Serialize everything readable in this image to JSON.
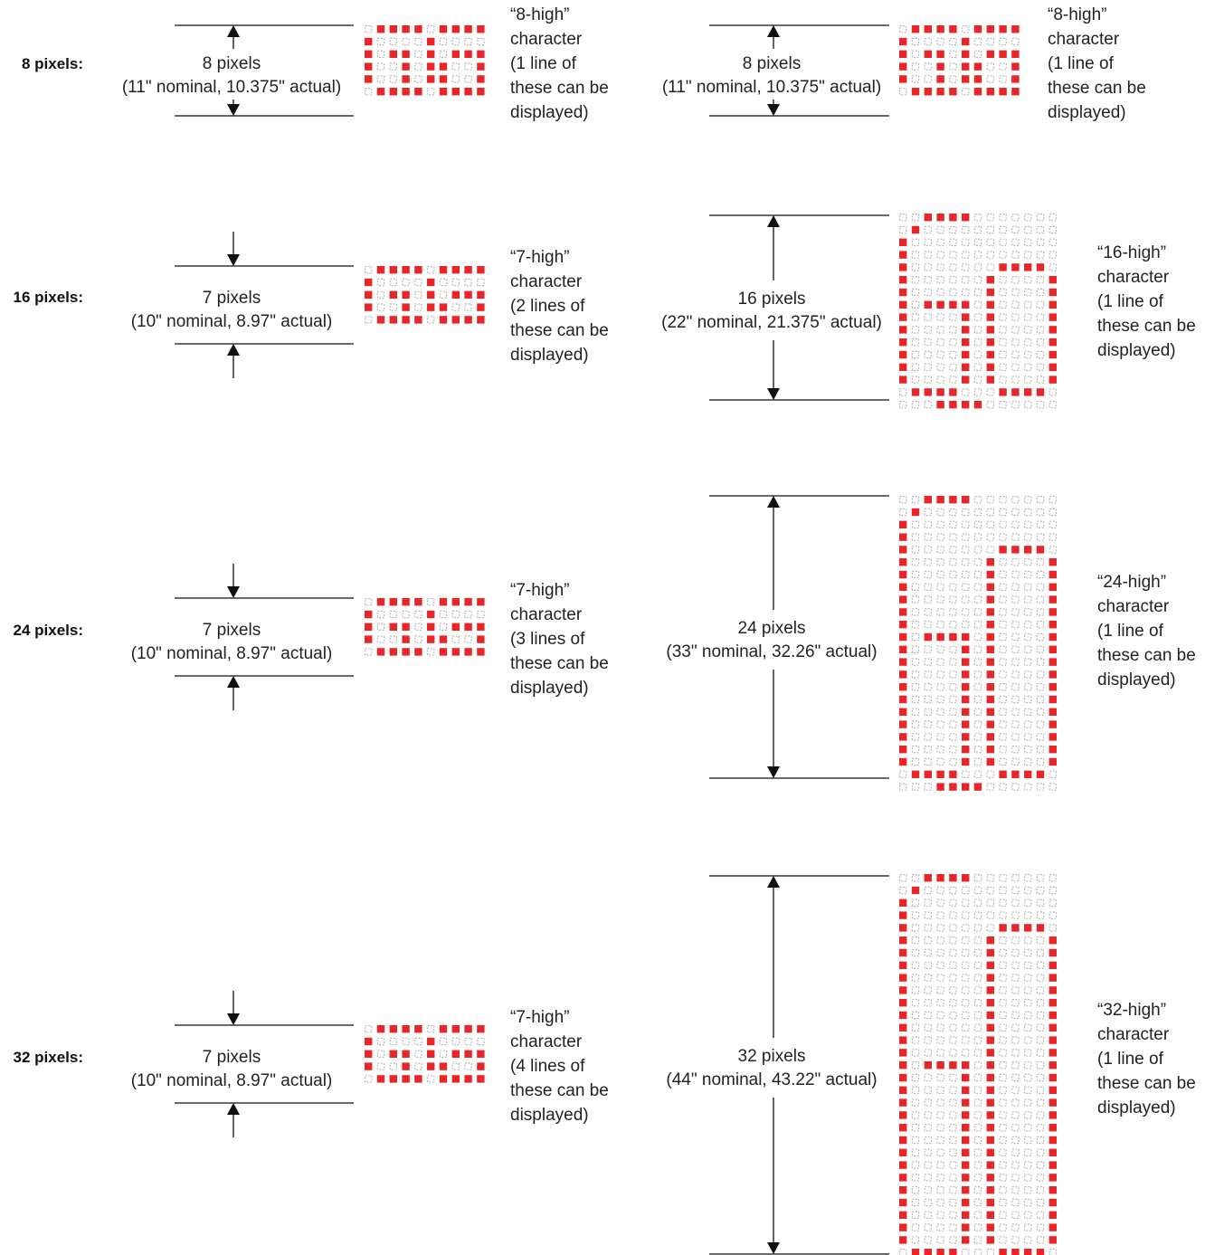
{
  "colors": {
    "on": "#e8262a",
    "off": "#b8b8b8",
    "line": "#111111",
    "text": "#222222"
  },
  "rows": [
    {
      "label": "8 pixels:",
      "left": {
        "dim": "8 pixels",
        "dim2": "(11\" nominal, 10.375\" actual)",
        "arrows": "inside",
        "caption": [
          "“8-high”",
          "character",
          "(1 line of",
          "these can be",
          "displayed)"
        ],
        "glyph": [
          "0111101111",
          "1000010000",
          "1011010111",
          "1001011001",
          "1001011001",
          "0111101111"
        ]
      },
      "right": {
        "dim": "8 pixels",
        "dim2": "(11\" nominal, 10.375\" actual)",
        "arrows": "inside",
        "caption": [
          "“8-high”",
          "character",
          "(1 line of",
          "these can be",
          "displayed)"
        ],
        "glyph": [
          "0111101111",
          "1000010000",
          "1011010111",
          "1001011001",
          "1001011001",
          "0111101111"
        ]
      }
    },
    {
      "label": "16 pixels:",
      "left": {
        "dim": "7 pixels",
        "dim2": "(10\" nominal, 8.97\" actual)",
        "arrows": "outside",
        "caption": [
          "“7-high”",
          "character",
          "(2 lines of",
          "these can be",
          "displayed)"
        ],
        "glyph": [
          "0111101111",
          "1000010000",
          "1011010111",
          "1001011001",
          "0111101111"
        ]
      },
      "right": {
        "dim": "16 pixels",
        "dim2": "(22\" nominal, 21.375\" actual)",
        "arrows": "inside",
        "caption": [
          "“16-high”",
          "character",
          "(1 line of",
          "these can be",
          "displayed)"
        ],
        "glyph": [
          "0011110000000",
          "0100000000000",
          "1000000000000",
          "1000000000000",
          "1000000011110",
          "1000000100001",
          "1000000100001",
          "1011110100001",
          "1000010100001",
          "1000010100001",
          "1000010100001",
          "1000010100001",
          "1000010100001",
          "1000010100001",
          "0111100011110",
          "0001111000000"
        ]
      }
    },
    {
      "label": "24 pixels:",
      "left": {
        "dim": "7 pixels",
        "dim2": "(10\" nominal, 8.97\" actual)",
        "arrows": "outside",
        "caption": [
          "“7-high”",
          "character",
          "(3 lines of",
          "these can be",
          "displayed)"
        ],
        "glyph": [
          "0111101111",
          "1000010000",
          "1011010111",
          "1001011001",
          "0111101111"
        ]
      },
      "right": {
        "dim": "24 pixels",
        "dim2": "(33\" nominal, 32.26\" actual)",
        "arrows": "inside",
        "caption": [
          "“24-high”",
          "character",
          "(1 line of",
          "these can be",
          "displayed)"
        ],
        "glyph": [
          "0011110000000",
          "0100000000000",
          "1000000000000",
          "1000000000000",
          "1000000011110",
          "1000000100001",
          "1000000100001",
          "1000000100001",
          "1000000100001",
          "1000000100001",
          "1000000100001",
          "1011110100001",
          "1000010100001",
          "1000010100001",
          "1000010100001",
          "1000010100001",
          "1000010100001",
          "1000010100001",
          "1000010100001",
          "1000010100001",
          "1000010100001",
          "1000010100001",
          "0111100011110",
          "0001111000000"
        ]
      }
    },
    {
      "label": "32 pixels:",
      "left": {
        "dim": "7 pixels",
        "dim2": "(10\" nominal, 8.97\" actual)",
        "arrows": "outside",
        "caption": [
          "“7-high”",
          "character",
          "(4 lines of",
          "these can be",
          "displayed)"
        ],
        "glyph": [
          "0111101111",
          "1000010000",
          "1011010111",
          "1001011001",
          "0111101111"
        ]
      },
      "right": {
        "dim": "32 pixels",
        "dim2": "(44\" nominal, 43.22\" actual)",
        "arrows": "inside",
        "caption": [
          "“32-high”",
          "character",
          "(1 line of",
          "these can be",
          "displayed)"
        ],
        "glyph": [
          "0011110000000",
          "0100000000000",
          "1000000000000",
          "1000000000000",
          "1000000011110",
          "1000000100001",
          "1000000100001",
          "1000000100001",
          "1000000100001",
          "1000000100001",
          "1000000100001",
          "1000000100001",
          "1000000100001",
          "1000000100001",
          "1000000100001",
          "1011110100001",
          "1000010100001",
          "1000010100001",
          "1000010100001",
          "1000010100001",
          "1000010100001",
          "1000010100001",
          "1000010100001",
          "1000010100001",
          "1000010100001",
          "1000010100001",
          "1000010100001",
          "1000010100001",
          "1000010100001",
          "1000010100001",
          "0111100011110",
          "0001111000000"
        ]
      }
    }
  ]
}
